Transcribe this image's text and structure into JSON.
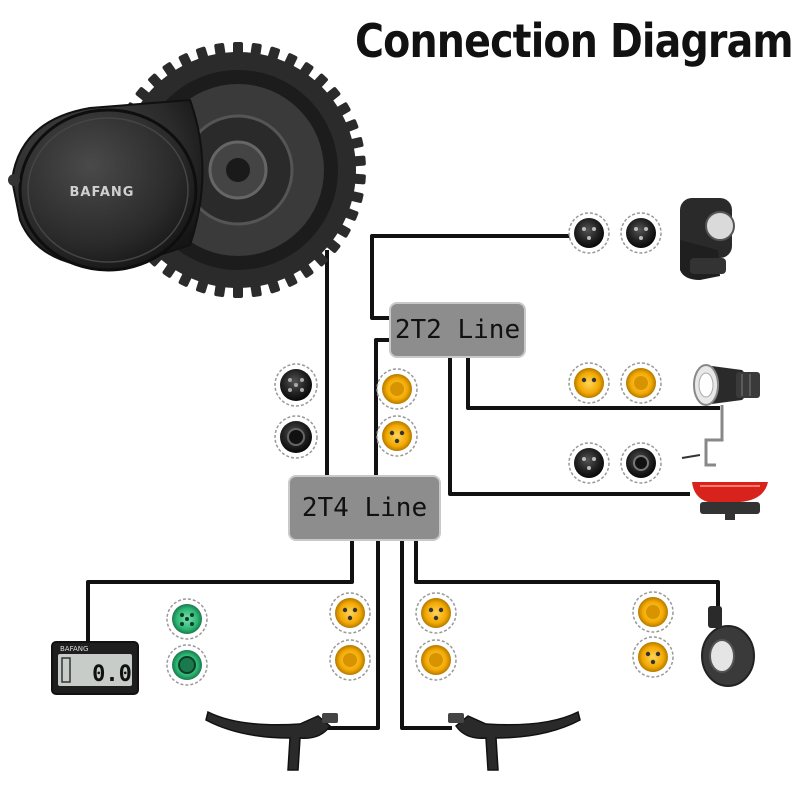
{
  "title": "Connection Diagram",
  "motor": {
    "brand": "BAFANG"
  },
  "cables": {
    "line_2t2": "2T2 Line",
    "line_2t4": "2T4 Line"
  },
  "display": {
    "brand": "BAFANG",
    "reading": "0.0"
  },
  "colors": {
    "connector_yellow": "#f2a800",
    "connector_green": "#2bb673",
    "connector_black": "#1e1e1e",
    "cable": "#111111",
    "line_box": "#8d8d8d",
    "tail_light_red": "#d8231c"
  },
  "components": [
    "mid-drive-motor",
    "thumb-throttle",
    "head-light",
    "tail-light",
    "lcd-display",
    "left-brake-lever",
    "right-brake-lever",
    "speed-sensor"
  ]
}
